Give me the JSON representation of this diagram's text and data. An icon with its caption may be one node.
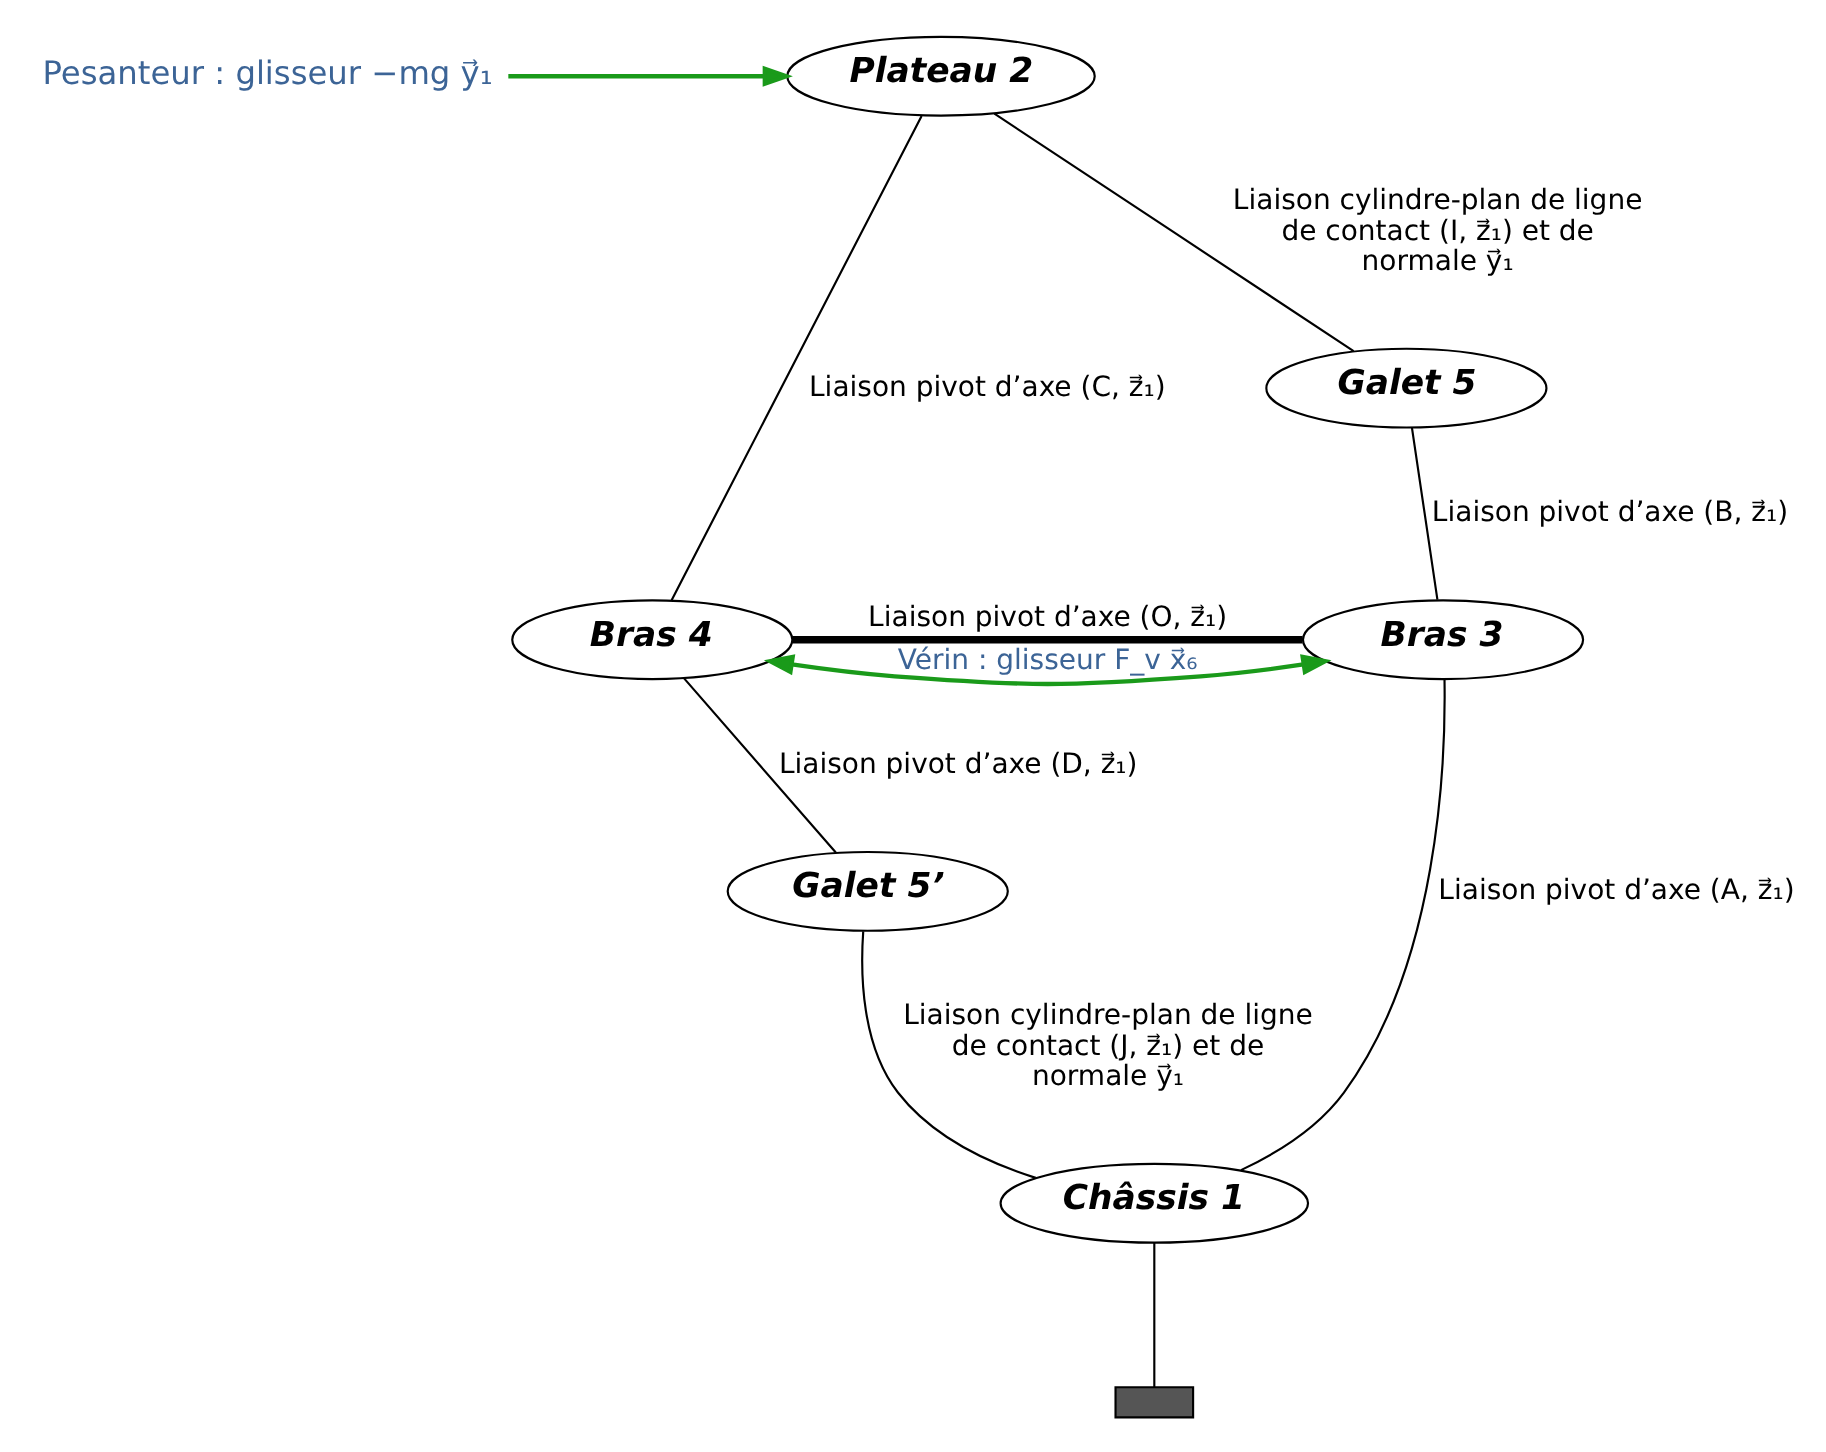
{
  "diagram": {
    "nodes": [
      {
        "text": [
          "Plateau 2"
        ]
      },
      {
        "text": [
          "Galet 5"
        ]
      },
      {
        "text": [
          "Bras 4"
        ]
      },
      {
        "text": [
          "Bras 3"
        ]
      },
      {
        "text": [
          "Galet 5’"
        ]
      },
      {
        "text": [
          "Châssis 1"
        ]
      },
      {
        "text": [
          "Pesanteur : glisseur −mg y⃗₁"
        ]
      },
      {
        "text": [],
        "shape": "ground"
      }
    ],
    "edges": [
      {
        "from": 6,
        "to": 0,
        "arrow": "to",
        "color": "#1a9a1a"
      },
      {
        "from": 0,
        "to": 1,
        "arrow": "none",
        "label": "Liaison cylindre-plan de ligne de contact (I, z⃗₁) et de normale y⃗₁"
      },
      {
        "from": 0,
        "to": 2,
        "arrow": "none",
        "label": "Liaison pivot d’axe (C, z⃗₁)"
      },
      {
        "from": 1,
        "to": 3,
        "arrow": "none",
        "label": "Liaison pivot d’axe (B, z⃗₁)"
      },
      {
        "from": 2,
        "to": 3,
        "arrow": "none",
        "style": "thick",
        "label": "Liaison pivot d’axe (O, z⃗₁)"
      },
      {
        "from": 2,
        "to": 3,
        "arrow": "both",
        "color": "#1a9a1a",
        "label": "Vérin : glisseur F_v x⃗₆"
      },
      {
        "from": 2,
        "to": 4,
        "arrow": "none",
        "label": "Liaison pivot d’axe (D, z⃗₁)"
      },
      {
        "from": 3,
        "to": 5,
        "arrow": "none",
        "label": "Liaison pivot d’axe (A, z⃗₁)"
      },
      {
        "from": 4,
        "to": 5,
        "arrow": "none",
        "label": "Liaison cylindre-plan de ligne de contact (J, z⃗₁) et de normale y⃗₁"
      },
      {
        "from": 5,
        "to": 7,
        "arrow": "none"
      }
    ]
  }
}
